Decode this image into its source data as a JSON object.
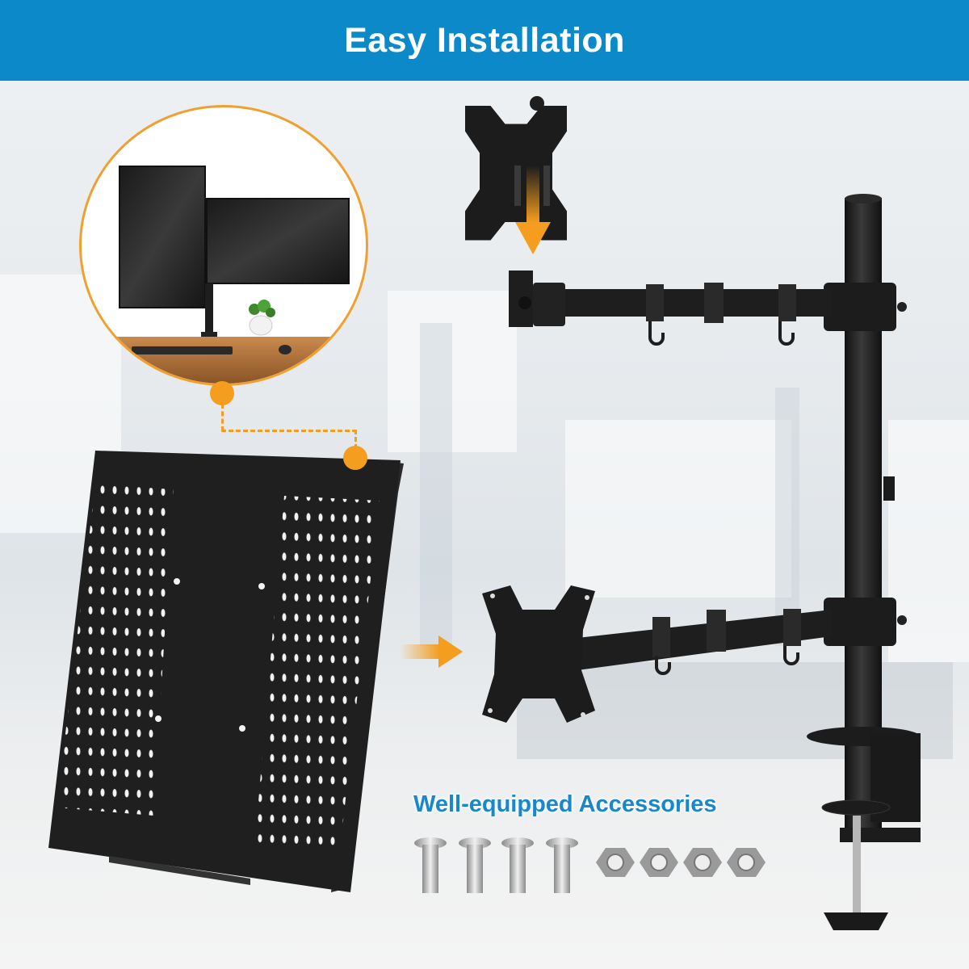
{
  "banner": {
    "title": "Easy Installation",
    "color": "#0b89c9"
  },
  "inset": {
    "description": "Dual monitors on single pole desk mount with keyboard, mouse and plant",
    "border_color": "#f0a030"
  },
  "callout": {
    "connector_color": "#f49d1e",
    "connector_icon": "dashed-connector"
  },
  "products": {
    "laptop_tray": "perforated-laptop-tray",
    "monitor_arm": "dual-arm-pole-mount",
    "upper_vesa_plate": "vesa-plate-quick-release",
    "lower_vesa_plate": "vesa-plate",
    "desk_clamp": "c-clamp"
  },
  "arrows": {
    "down_arrow": "arrow-down-icon",
    "right_arrow": "arrow-right-icon",
    "color": "#f49d1e"
  },
  "accessories": {
    "title": "Well-equipped Accessories",
    "title_color": "#1a88c8",
    "items": [
      {
        "type": "screw"
      },
      {
        "type": "screw"
      },
      {
        "type": "screw"
      },
      {
        "type": "screw"
      },
      {
        "type": "hex-nut"
      },
      {
        "type": "hex-nut"
      },
      {
        "type": "hex-nut"
      },
      {
        "type": "hex-nut"
      }
    ]
  }
}
